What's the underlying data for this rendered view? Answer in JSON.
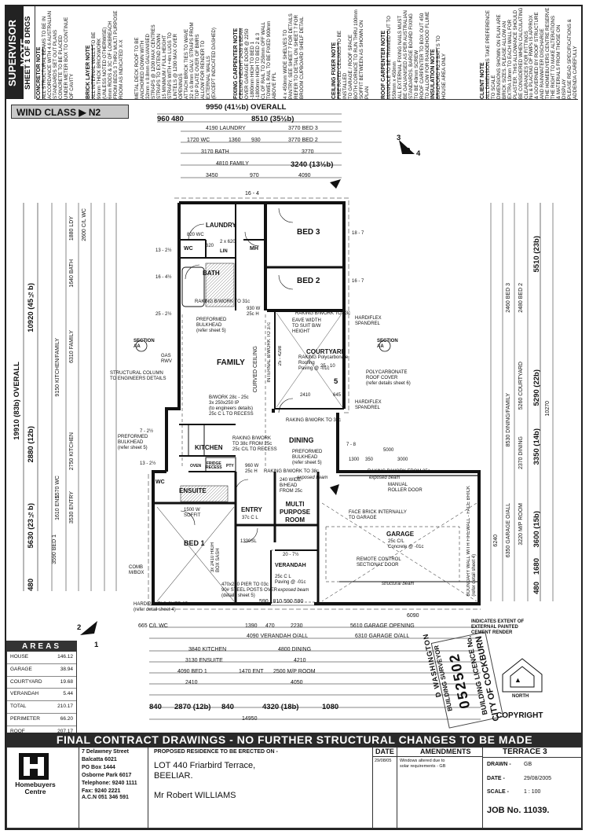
{
  "sheet": {
    "supervisor": "SUPERVISOR NOTE",
    "sheet_title": "SHEET 1 OF 8 DRGS",
    "notes": [
      {
        "title": "CONCRETOR NOTE",
        "text": "ALL STRUCTURAL BEAMS TO BE IN\nACCORDANCE WITH 4.6 AUSTRALIAN\nSTANDARDS SET OUT PLANS\nCONCRETE TO BE PLACED\nUNDER METER BOX TO CONTINUE\nOF CAVITY"
      },
      {
        "title": "BRICK LAYER NOTE",
        "text": "ALL INTERNAL WALLS TO BE\n90mm THICK BRICKWORK\n(UNLESS NOTED OTHERWISE)\n6mm RODS & 3C OF LOKBREACH\nFROM BEDS 3 THRU MULTI PURPOSE\nROOM AS INDICATED X-X"
      },
      {
        "title": "",
        "text": "METAL DECK ROOF TO BE\nANCHORED DOWN WITH\n32mm x 0.8mm GALVANISED\nSTRAPS @ 1200 MAX CENTRES\nSTRAPS TO EXTEND DOWN\n15 MINIMUM / FULL HEIGHT\nSTRAPS WITH +4m LUGS TO\nLINTELS @ 1200 MAX OVER\nOPENINGS"
      },
      {
        "title": "",
        "text": "ATTACH BRICK TIES TO WAVE\n32 x 0.8mm GALV. STRAPS FROM\nTOP PLATE OVER OF BMRS\nALLOW FOR RENDER TO\nEXTERNAL WALLS\n(EXCEPT INDICATED DASHED)"
      },
      {
        "title": "FIXING CARPENTER NOTE",
        "text": "CEILING HEIGHT 2430 & BEAM\nOVER GARAGE DOOR @ 2250\n-1800mm HIGH TO BED 1\n-1800mm HIGH TO BED 2 & 3\nCL OF RAIL TO 250mm OFF WALL\nTOWEL RAIL TO BE FIXED 900mm\nABOVE FFL"
      },
      {
        "title": "",
        "text": "4 x 450mm WIDE SHELVES TO\nPANTRY. SEE SHEET 7 FOR DETAILS\nREFER TO DETAIL ON SHEET 7 FOR\nBROOM CUPBOARD SHELF DETAIL"
      },
      {
        "title": "CEILING FIXER NOTE",
        "text": "FIRE RATED CEILINGS TO BE INSTALLED\nTO GARAGE / ROOF SPACE\nBOTH CORNICE TO RUN THRU 100mm\nSOFFIT BETWEEN AS SHOWN ON PLAN"
      },
      {
        "title": "ROOF CARPENTER NOTE",
        "text": "MANHOLE TO BE TRIMMED OUT TO\n550mm x 450mm\nALL EXTERNAL FIXING NAILS MUST\nBE GALVANISED AS PER AUSTRALIAN\nSTANDARDS. BARGE BOARD FIXING\nTO BE 40mm SCREW\nROOF CARPENTER TO BOX OUT 450\nTO ALLOW FOR RANGEHOOD FLUME"
      },
      {
        "title": "INSULATION NOTE",
        "text": "BRADFORD R2.5 BATTS TO\nHOUSE AREA ONLY"
      },
      {
        "title": "CLIENT NOTE",
        "text": "ALL DIMENSIONS TAKE PREFERENCE\nTO SCALE\nDIMENSIONS SHOWN ON PLAN ARE\nBRICK SIZES. PLEASE ALLOW AN\nEXTRA 10mm TO EACH WALL FOR\nPLASTER. THIS ALLOWANCE SHOULD\nBE CONSIDERED WHEN CALCULATING\nCLEARANCES FOR FITTINGS"
      },
      {
        "title": "",
        "text": "No & PLACING OF RWPs IS APPROX\n& GOVERNED BY ROOF STRUCTURE\nAND RAINWATER DISCHARGE\nTHE HOMEBUYERS CENTRE RESERVE\nTHE RIGHT TO MAKE ALTERATIONS\n& MATERIALS FROM THOSE ON DISPLAY\nPLEASE READ SPECIFICATIONS &\nADDENDA CAREFULLY"
      }
    ],
    "wind_class": "WIND CLASS  ▶  N2"
  },
  "dims": {
    "overall_w": "9950 (41½b) OVERALL",
    "top_960": "960",
    "top_480": "480",
    "top_8510": "8510 (35½b)",
    "laundry": "4190 LAUNDRY",
    "wc": "1720 WC",
    "d1360": "1360",
    "d930": "930",
    "bath": "3170 BATH",
    "family": "4810 FAMILY",
    "bed3": "3770 BED 3",
    "bed2": "3770 BED 2",
    "d3770": "3770",
    "d3240": "3240 (13½b)",
    "d3450": "3450",
    "d970": "970",
    "d4090": "4090",
    "d16_4": "16 - 4",
    "left_overall": "19910 (83b) OVERALL",
    "left_10920": "10920 (45½b)",
    "left_2880": "2880 (12b)",
    "left_5630": "5630 (23½b)",
    "left_480": "480",
    "left_9150": "9150 KITCHEN/FAMILY",
    "left_6310": "6310 FAMILY",
    "left_2750": "2750 KITCHEN",
    "left_3530": "3530 ENTRY",
    "left_3590": "3590 BED 1",
    "left_1570": "1570 WC",
    "left_1610": "1610 ENS",
    "left_1640": "1640 BATH",
    "left_1880": "1880 LDY",
    "left_2600": "2600 C/L WC",
    "right_5510": "5510 (23b)",
    "right_5290": "5290 (22b)",
    "right_3350": "3350 (14b)",
    "right_3600": "3600 (15b)",
    "right_1680": "1680",
    "right_480": "480",
    "right_5260": "5260 COURTYARD",
    "right_8530": "8530 DINING/FAMILY",
    "right_10270": "10270",
    "right_2480": "2480 BED 2",
    "right_2460": "2460 BED 3",
    "right_6240": "6240",
    "right_6350": "6350 GARAGE O/ALL",
    "right_3220": "3220 M/P ROOM",
    "right_2370": "2370 DINING",
    "bot_garage_opening": "5610 GARAGE OPENING",
    "bot_garage_oall": "6310 GARAGE O/ALL",
    "bot_verandah": "4090 VERANDAH O/ALL",
    "bot_6090": "6090",
    "bot_1390": "1390",
    "bot_470": "470",
    "bot_2230": "2230",
    "bot_kitchen": "3840 KITCHEN",
    "bot_dining": "4800 DINING",
    "bot_ensuite": "3130 ENSUITE",
    "bot_4210": "4210",
    "bot_bed1": "4090 BED 1",
    "bot_entry": "1470 ENT",
    "bot_mp": "2500 M/P ROOM",
    "bot_2410": "2410",
    "bot_4050": "4050",
    "bot_840a": "840",
    "bot_2870": "2870 (12b)",
    "bot_840b": "840",
    "bot_4320": "4320 (18b)",
    "bot_1080": "1080",
    "bot_14950": "14950",
    "bot_665": "665 C/L WC",
    "bot_5690": "590  1810  590  590",
    "r_7_8": "7 - 8",
    "r_1300": "1300",
    "r_5000": "5000",
    "r_3000": "3000",
    "r_350": "350",
    "wc820": "820 WC",
    "d620": "620"
  },
  "rooms": {
    "laundry": "LAUNDRY",
    "bed3": "BED 3",
    "bed2": "BED 2",
    "bath": "BATH",
    "family": "FAMILY",
    "courtyard": "COURTYARD",
    "dining": "DINING",
    "kitchen": "KITCHEN",
    "ensuite": "ENSUITE",
    "entry": "ENTRY",
    "multi": "MULTI\nPURPOSE\nROOM",
    "garage": "GARAGE",
    "bed1": "BED 1",
    "verandah": "VERANDAH",
    "wc": "WC",
    "wc2": "WC",
    "mh": "MH",
    "lin": "LIN",
    "oven": "OVEN",
    "fridge": "FRIDGE\nRECESS",
    "pty": "PTY"
  },
  "annotations": {
    "preformed_bulkhead": "PREFORMED\nBULKHEAD\n(refer sheet 5)",
    "structural_column": "STRUCTURAL COLUMN\nTO ENGINEERS DETAILS",
    "curved_ceiling": "CURVED CEILING",
    "internal_bwork": "INTERNAL B/WORK TO 37c",
    "raking_bath": "RAKING B/WORK TO 31c",
    "raking_bed2": "RAKING B/WORK TO 43c",
    "eave_width": "EAVE WIDTH\nTO SUIT B/W\nHEIGHT",
    "hardiflex": "HARDIFLEX\nSPANDREL",
    "hardiflex2": "HARDIFLEX\nSPANDREL",
    "courtyard_roof": "RAKING Polycarbonate\nRoofing\nPaving @ -01c",
    "polycarb": "POLYCARBONATE\nROOF COVER\n(refer details sheet 6)",
    "bwork_column": "B/WORK 28c - 25c\n3x 250x250 IP\n(to engineers details)\n25c C L TO RECESS",
    "raking_kitchen": "RAKING B/WORK\nTO 38c FROM 25c\n25c C/L TO RECESS",
    "preformed2": "PREFORMED\nBULKHEAD\n(refer sheet 5)",
    "preformed3": "PREFORMED\nBULKHEAD\n(refer sheet 5)",
    "raking_dining": "RAKING B/WORK TO 37c",
    "raking_dining2": "RAKING B/WORK TO 38c",
    "raking_garage": "RAKING B/WORK FROM 25c",
    "manual_roller": "MANUAL\nROLLER DOOR",
    "face_brick": "FACE BRICK INTERNALLY\nTO GARAGE",
    "garage_cl": "25c C/L\nConcrete @ -01c",
    "remote": "REMOTE CONTROL\nSECTIONAL DOOR",
    "structural_beam": "structural beam",
    "boundary": "BOUNDARY WALL WITH FIREWALL - FACE BRICK\n(refer detail sheet 4)",
    "exposed_beam": "exposed beam",
    "mp_bhead": "240 WIDE\nB/HEAD\nFROM 25c",
    "entry_cl": "37c C L",
    "soffit": "1500 W\nSOFFIT",
    "verandah_cl": "25c C L\nPaving @ -01c",
    "verandah_beam": "exposed beam",
    "pier": "470x230 PIER TO 03c\n90# STEEL POSTS OVER\n(details sheet 5)",
    "hardipanels": "HARDIPANELS OVER 25c\n(refer detail sheet 4)",
    "comb": "COMB\nM/BOX",
    "d1330": "1330SL",
    "d2175": "20 - 7½",
    "d7_2": "7 - 2½",
    "d13_2": "13 - 2½",
    "d7_2b": "7 - 2½",
    "d13_2b": "13 - 2½",
    "d16_4b": "16 - 4½",
    "d25_2": "25 - 2½",
    "d25_10": "25 - 10",
    "d25_4": "25 - 4298",
    "d18_7": "18 - 7",
    "d16_7": "16 - 7",
    "d25_5": "25c EAVE",
    "section_aa": "SECTION\nAA",
    "section_aa2": "SECTION\nAA",
    "gas": "GAS\nRWV",
    "d930a": "930 W\n25c H",
    "d960": "960 W\n25c H",
    "d2410": "2410",
    "d645": "645",
    "exposed_beam2": "exposed beam",
    "twelve": "2 x 620",
    "c_2410": "3x 2410 HIGH\nBOX SASH"
  },
  "compass": {
    "north": "NORTH",
    "copyright": "COPYRIGHT",
    "n1": "1",
    "n2": "2",
    "n3": "3",
    "n4": "4",
    "n5": "5"
  },
  "stamp": {
    "text1": "CITY OF COCKBURN",
    "text2": "BUILDING LICENCE No.",
    "number": "052502",
    "text3": "D WASHINGTON",
    "text4": "BUILDING SURVEYOR",
    "extent": "INDICATES EXTENT OF\nEXTERNAL PAINTED\nCEMENT RENDER"
  },
  "areas": {
    "title": "AREAS",
    "rows": [
      {
        "label": "HOUSE",
        "value": "146.12"
      },
      {
        "label": "GARAGE",
        "value": "38.94"
      },
      {
        "label": "COURTYARD",
        "value": "19.68"
      },
      {
        "label": "VERANDAH",
        "value": "5.44"
      },
      {
        "label": "TOTAL",
        "value": "210.17"
      },
      {
        "label": "PERIMETER",
        "value": "66.20"
      },
      {
        "label": "ROOF",
        "value": "207.17"
      }
    ]
  },
  "title_block": {
    "banner": "FINAL CONTRACT DRAWINGS - NO FURTHER STRUCTURAL CHANGES TO BE MADE",
    "company": "Homebuyers\nCentre",
    "address": "7 Delawney Street\nBalcatta 6021\nPO Box 1444\nOsborne Park 6017\nTelephone: 9240 1111\nFax: 9240 2221",
    "acn": "A.C.N 051 346 591",
    "proposed": "PROPOSED RESIDENCE TO BE ERECTED ON -",
    "lot": "LOT 440 Friarbird Terrace,\nBEELIAR.",
    "client": "Mr Robert WILLIAMS",
    "date_h": "DATE",
    "amend_h": "AMENDMENTS",
    "date_1": "29/08/05",
    "amend_1": "Windows altered due to\nsolar requirements - GB",
    "house": "TERRACE 3",
    "drawn_l": "DRAWN -",
    "drawn_v": "GB",
    "date_l": "DATE -",
    "date_v": "29/08/2005",
    "scale_l": "SCALE -",
    "scale_v": "1 : 100",
    "job": "JOB No.  11039."
  }
}
